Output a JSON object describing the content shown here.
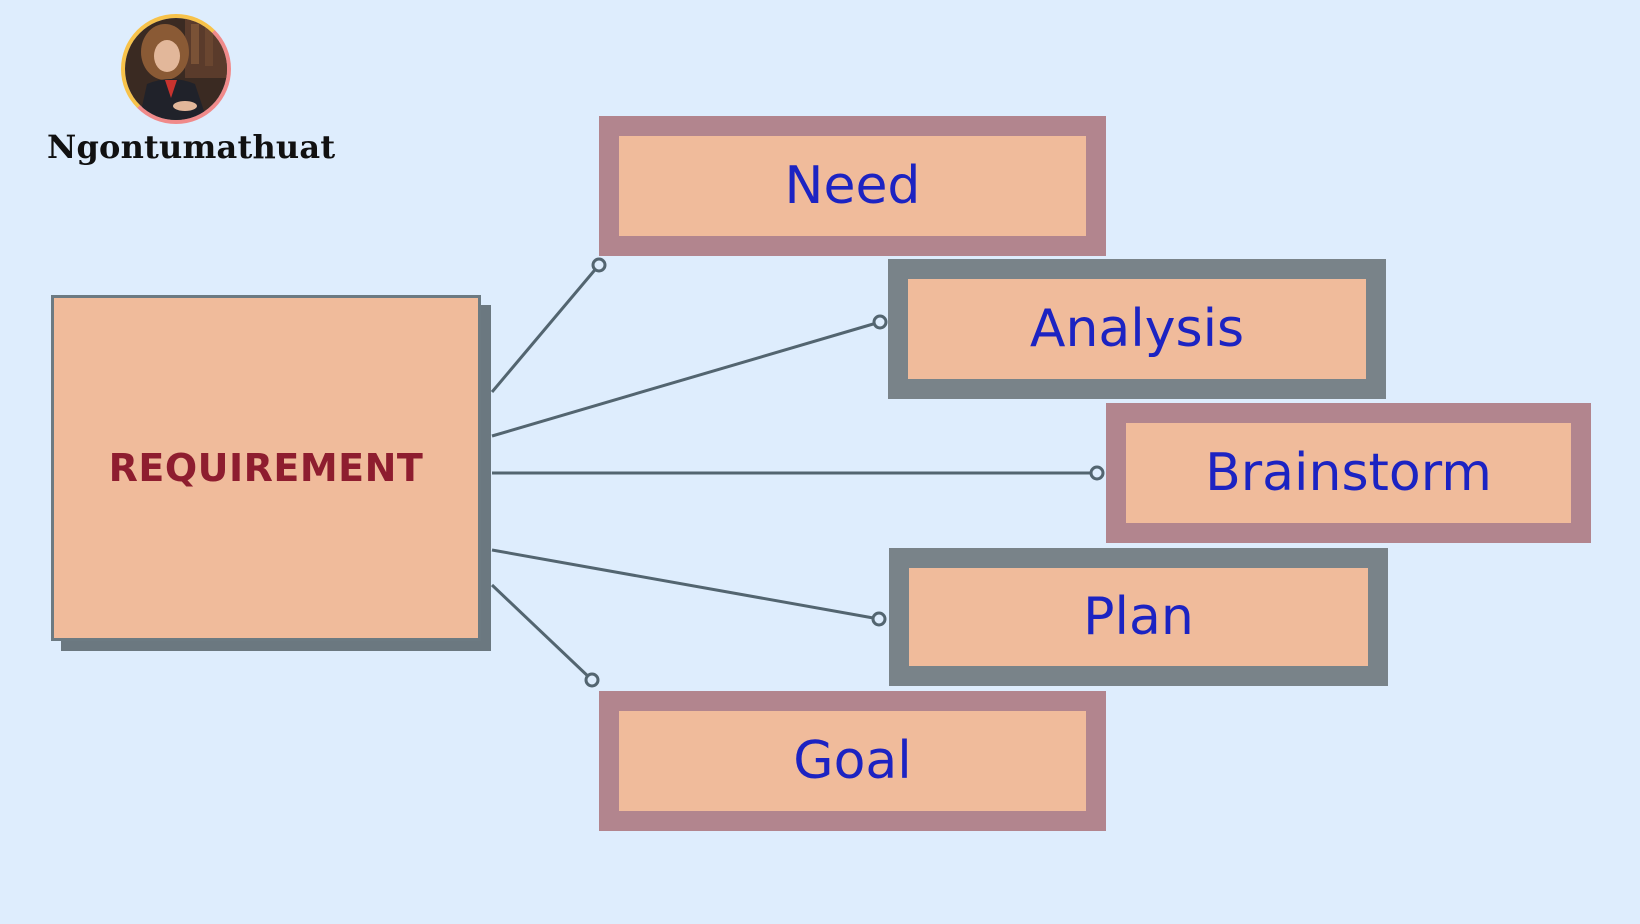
{
  "header": {
    "author": "Ngontumathuat",
    "avatar_icon": "profile-photo-icon"
  },
  "diagram": {
    "root": {
      "label": "REQUIREMENT"
    },
    "nodes": [
      {
        "id": "need",
        "label": "Need",
        "style": "pink"
      },
      {
        "id": "analysis",
        "label": "Analysis",
        "style": "grey"
      },
      {
        "id": "brainstorm",
        "label": "Brainstorm",
        "style": "pink"
      },
      {
        "id": "plan",
        "label": "Plan",
        "style": "grey"
      },
      {
        "id": "goal",
        "label": "Goal",
        "style": "pink"
      }
    ]
  },
  "colors": {
    "background": "#deedfd",
    "box_fill": "#f0bb9b",
    "frame_pink": "#b2858e",
    "frame_grey": "#798389",
    "node_text": "#1c23c2",
    "root_text": "#8e1d2f",
    "connector": "#536570"
  }
}
